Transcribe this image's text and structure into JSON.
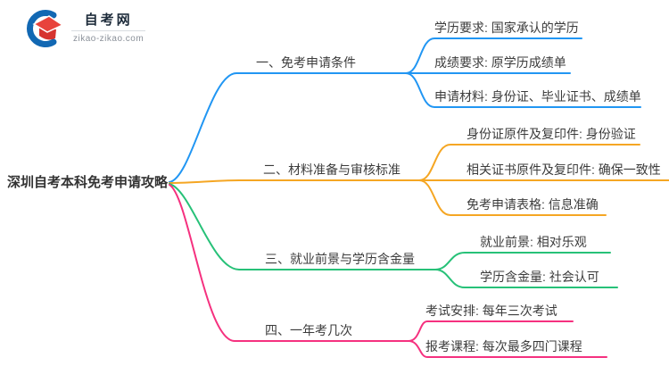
{
  "logo": {
    "title": "自考网",
    "domain": "zikao-zikao.com",
    "crescent_color": "#1268B3",
    "cap_color": "#E8433C",
    "cap_dark_color": "#D6342F"
  },
  "colors": {
    "branch1": "#2196F3",
    "branch2": "#F5A623",
    "branch3": "#27C178",
    "branch4": "#F5317F",
    "text": "#3C3C3C"
  },
  "root": {
    "label": "深圳自考本科免考申请攻略"
  },
  "branches": [
    {
      "label": "一、免考申请条件",
      "color": "#2196F3",
      "children": [
        "学历要求: 国家承认的学历",
        "成绩要求: 原学历成绩单",
        "申请材料: 身份证、毕业证书、成绩单"
      ]
    },
    {
      "label": "二、材料准备与审核标准",
      "color": "#F5A623",
      "children": [
        "身份证原件及复印件: 身份验证",
        "相关证书原件及复印件: 确保一致性",
        "免考申请表格: 信息准确"
      ]
    },
    {
      "label": "三、就业前景与学历含金量",
      "color": "#27C178",
      "children": [
        "就业前景: 相对乐观",
        "学历含金量: 社会认可"
      ]
    },
    {
      "label": "四、一年考几次",
      "color": "#F5317F",
      "children": [
        "考试安排: 每年三次考试",
        "报考课程: 每次最多四门课程"
      ]
    }
  ]
}
